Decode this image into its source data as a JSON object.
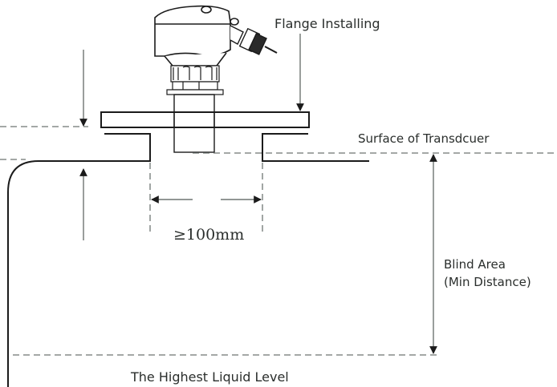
{
  "labels": {
    "flange_installing": "Flange Installing",
    "surface_of_transducer": "Surface of Transdcuer",
    "min_width": "≥100mm",
    "blind_area_line1": "Blind Area",
    "blind_area_line2": "(Min Distance)",
    "highest_liquid_level": "The Highest Liquid Level"
  },
  "colors": {
    "line_dark": "#1b1b1b",
    "line_gray": "#6e7572",
    "text": "#2a2e2c"
  }
}
